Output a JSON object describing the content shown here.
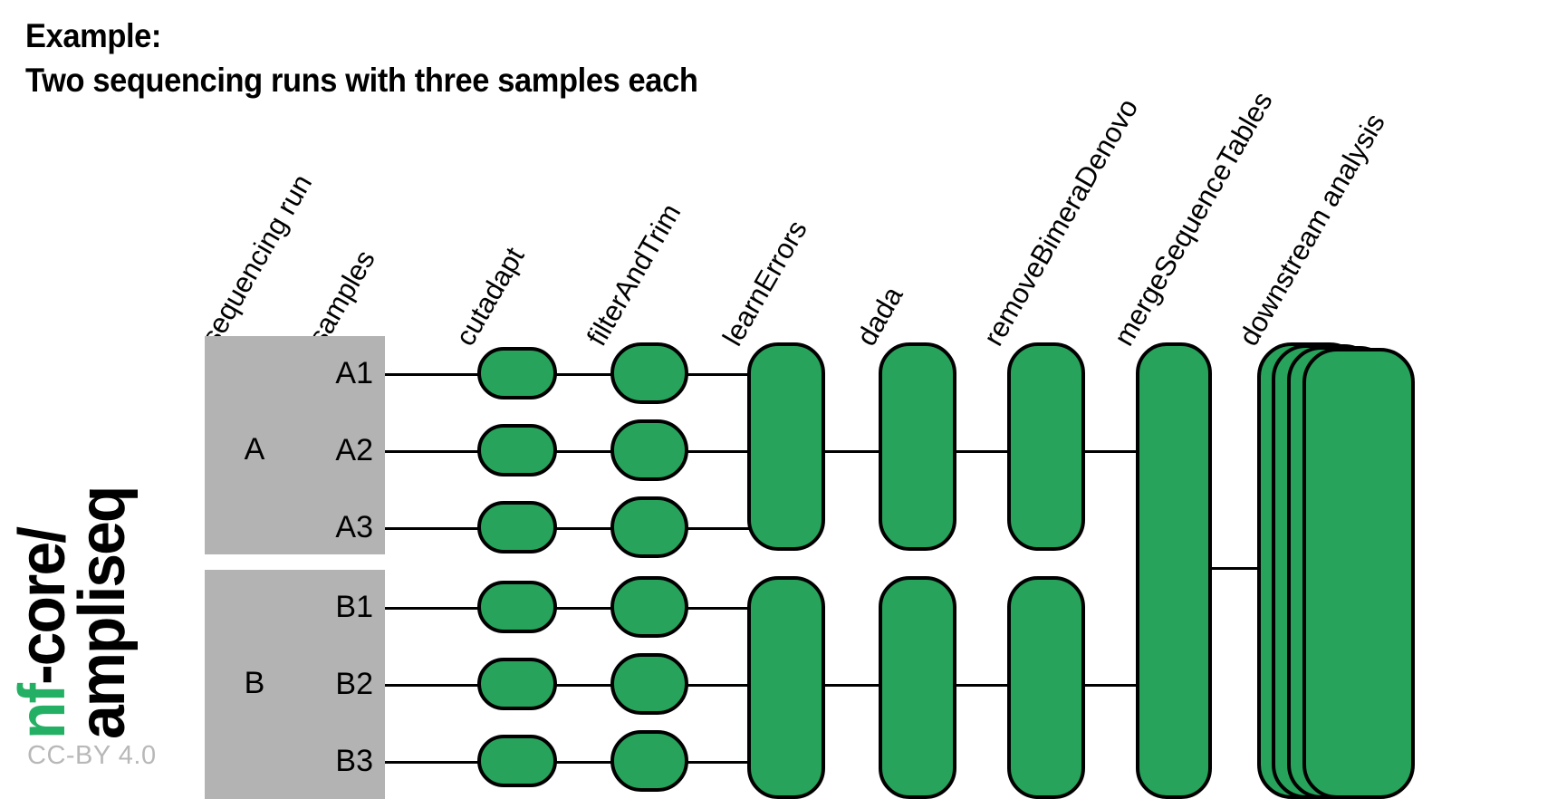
{
  "title": {
    "line1": "Example:",
    "line2": "Two sequencing runs with three samples each"
  },
  "logo": {
    "icon_name": "nf-core-apple-core-icon",
    "prefix": "nf",
    "suffix": "-core/",
    "pipeline": "ampliseq",
    "brand_green": "#24b064",
    "license": "CC-BY 4.0"
  },
  "colors": {
    "process_green": "#27a35c",
    "run_grey": "#b3b3b3",
    "outline": "#000000",
    "license_grey": "#b8b8b8"
  },
  "columns": [
    {
      "id": "sequencing-run",
      "label": "sequencing run"
    },
    {
      "id": "samples",
      "label": "samples"
    },
    {
      "id": "cutadapt",
      "label": "cutadapt"
    },
    {
      "id": "filterandtrim",
      "label": "filterAndTrim"
    },
    {
      "id": "learnerrors",
      "label": "learnErrors"
    },
    {
      "id": "dada",
      "label": "dada"
    },
    {
      "id": "removebimeradenovo",
      "label": "removeBimeraDenovo"
    },
    {
      "id": "mergesequencetables",
      "label": "mergeSequenceTables"
    },
    {
      "id": "downstream-analysis",
      "label": "downstream analysis"
    }
  ],
  "runs": [
    {
      "id": "run-a",
      "label": "A",
      "samples": [
        {
          "label": "A1"
        },
        {
          "label": "A2"
        },
        {
          "label": "A3"
        }
      ]
    },
    {
      "id": "run-b",
      "label": "B",
      "samples": [
        {
          "label": "B1"
        },
        {
          "label": "B2"
        },
        {
          "label": "B3"
        }
      ]
    }
  ],
  "chart_data": {
    "type": "diagram",
    "title": "Two sequencing runs with three samples each",
    "stages": [
      "sequencing run",
      "samples",
      "cutadapt",
      "filterAndTrim",
      "learnErrors",
      "dada",
      "removeBimeraDenovo",
      "mergeSequenceTables",
      "downstream analysis"
    ],
    "per_sample_stages": [
      "cutadapt",
      "filterAndTrim"
    ],
    "per_run_stages": [
      "learnErrors",
      "dada",
      "removeBimeraDenovo"
    ],
    "global_stages": [
      "mergeSequenceTables",
      "downstream analysis"
    ],
    "runs": [
      "A",
      "B"
    ],
    "samples": [
      "A1",
      "A2",
      "A3",
      "B1",
      "B2",
      "B3"
    ],
    "downstream_parallel_tasks": 4
  }
}
